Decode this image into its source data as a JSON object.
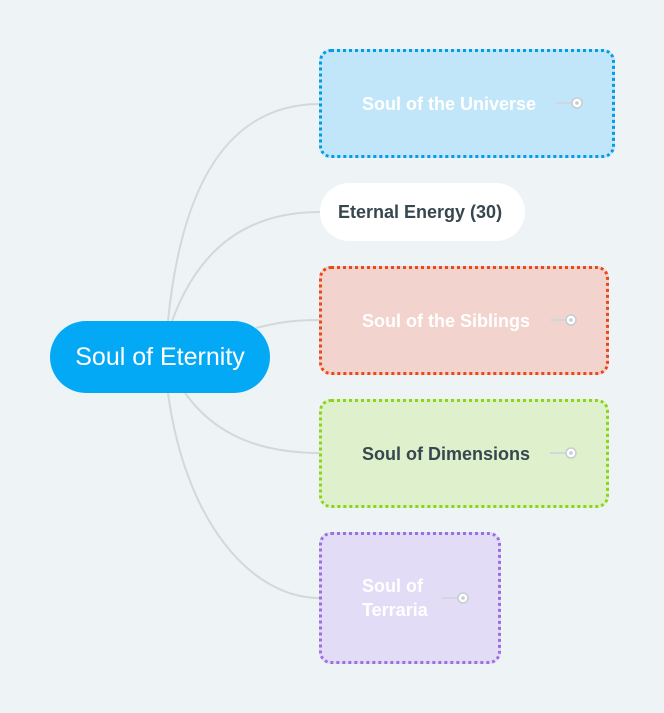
{
  "mindmap": {
    "root": {
      "label": "Soul of Eternity"
    },
    "topics": [
      {
        "label": "Soul of the Universe",
        "has_children": true
      },
      {
        "label": "Eternal Energy (30)",
        "has_children": false
      },
      {
        "label": "Soul of the Siblings",
        "has_children": true
      },
      {
        "label": "Soul of Dimensions",
        "has_children": true
      },
      {
        "label": "Soul of Terraria",
        "has_children": true
      }
    ]
  },
  "colors": {
    "background": "#eef3f6",
    "root": "#03a9f4",
    "connector": "#d3d8db",
    "universe_border": "#039be5",
    "siblings_border": "#e64a19",
    "dimensions_border": "#8bd41c",
    "terraria_border": "#9c6fe0"
  }
}
